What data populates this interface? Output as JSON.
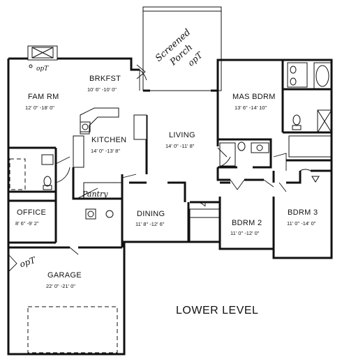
{
  "rooms": {
    "brkfst": {
      "name": "BRKFST",
      "dims": "10' 6\" -10' 0\""
    },
    "fam_rm": {
      "name": "FAM RM",
      "dims": "12' 0\" -18' 0\""
    },
    "kitchen": {
      "name": "KITCHEN",
      "dims": "14' 0\" -13' 8\""
    },
    "living": {
      "name": "LIVING",
      "dims": "14' 0\" -11' 8\""
    },
    "mas_bdrm": {
      "name": "MAS BDRM",
      "dims": "13' 6\" -14' 10\""
    },
    "office": {
      "name": "OFFICE",
      "dims": "8' 6\" -9' 2\""
    },
    "dining": {
      "name": "DINING",
      "dims": "11' 8\" -12' 6\""
    },
    "bdrm2": {
      "name": "BDRM 2",
      "dims": "11' 0\" -12' 0\""
    },
    "bdrm3": {
      "name": "BDRM 3",
      "dims": "11' 0\" -14' 0\""
    },
    "garage": {
      "name": "GARAGE",
      "dims": "22' 0\" -21' 0\""
    }
  },
  "handwritten": {
    "porch_line1": "Screened",
    "porch_line2": "Porch",
    "porch_line3": "opT",
    "garage_opt": "opT",
    "pantry": "Pantry",
    "fireplace_opt": "opT"
  },
  "level_label": "LOWER LEVEL"
}
